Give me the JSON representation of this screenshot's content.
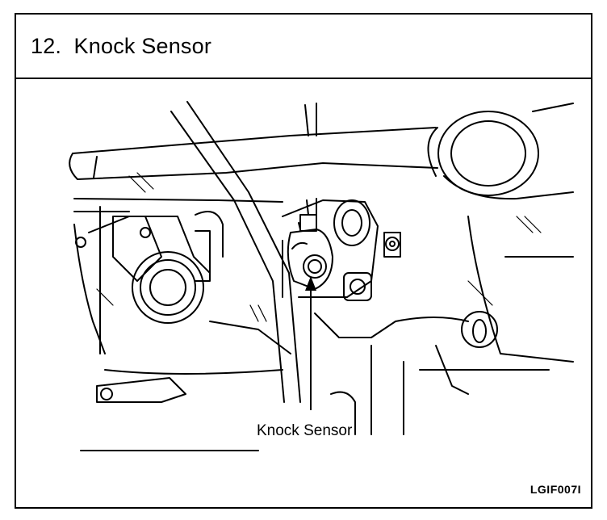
{
  "header": {
    "section_number": "12.",
    "title": "Knock Sensor"
  },
  "figure": {
    "callout_label": "Knock Sensor",
    "figure_code": "LGIF007I"
  }
}
